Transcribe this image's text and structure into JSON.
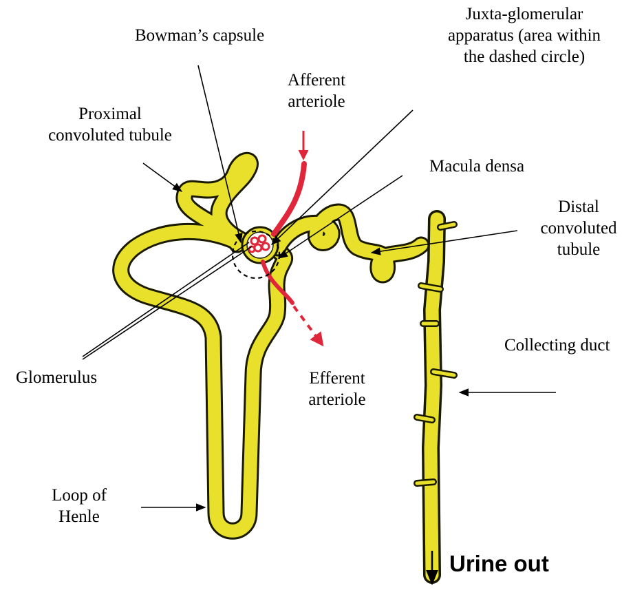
{
  "labels": {
    "bowman": "Bowman’s capsule",
    "jga_line1": "Juxta-glomerular",
    "jga_line2": "apparatus (area within",
    "jga_line3": "the dashed circle)",
    "afferent_line1": "Afferent",
    "afferent_line2": "arteriole",
    "pct_line1": "Proximal",
    "pct_line2": "convoluted tubule",
    "macula": "Macula densa",
    "dct_line1": "Distal",
    "dct_line2": "convoluted",
    "dct_line3": "tubule",
    "collecting": "Collecting duct",
    "glomerulus": "Glomerulus",
    "efferent_line1": "Efferent",
    "efferent_line2": "arteriole",
    "henle_line1": "Loop of",
    "henle_line2": "Henle",
    "urine": "Urine out"
  },
  "colors": {
    "tubule_fill": "#e8e02a",
    "tubule_outline": "#1a1a00",
    "arteriole": "#e0263a",
    "text": "#000000"
  }
}
